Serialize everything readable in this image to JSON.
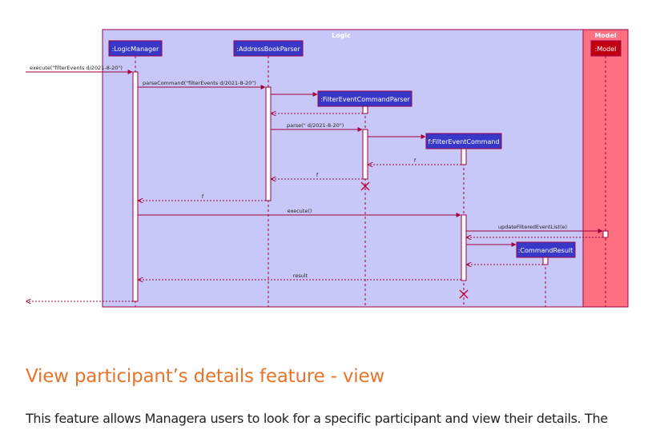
{
  "diagram": {
    "boxes": {
      "logic": "Logic",
      "model": "Model"
    },
    "participants": {
      "logic_manager": ":LogicManager",
      "parser": ":AddressBookParser",
      "cmd_parser": ":FilterEventCommandParser",
      "command": "f:FilterEventCommand",
      "result": ":CommandResult",
      "model": ":Model"
    },
    "messages": {
      "execute_in": "execute(\"filterEvents d/2021-8-20\")",
      "parse_command": "parseCommand(\"filterEvents d/2021-8-20\")",
      "parse": "parse(\" d/2021-8-20\")",
      "f_return_1": "f",
      "f_return_2": "f",
      "f_return_3": "f",
      "execute": "execute()",
      "update": "updateFilteredEventList(e)",
      "result": "result"
    },
    "colors": {
      "logic_fill": "#c8c8f8",
      "model_fill": "#ff7080",
      "box_border": "#a0004a",
      "participant_fill": "#3838c8",
      "model_participant_fill": "#c00010",
      "line": "#a0003a"
    }
  },
  "section": {
    "heading": "View participant’s details feature - view",
    "paragraph": "This feature allows Managera users to look for a specific participant and view their details. The"
  }
}
